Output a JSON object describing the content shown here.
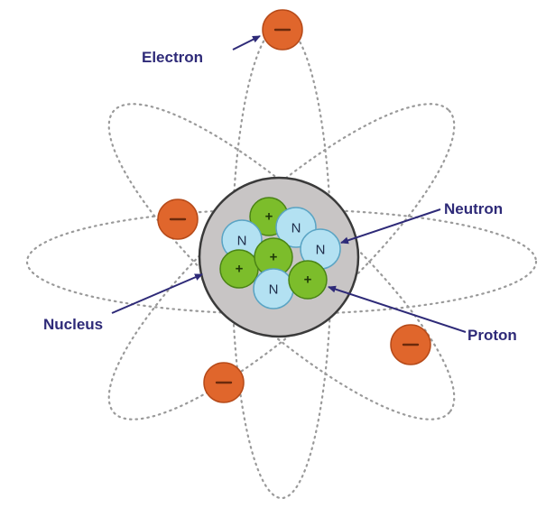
{
  "labels": {
    "electron": "Electron",
    "neutron": "Neutron",
    "nucleus": "Nucleus",
    "proton": "Proton"
  },
  "particles": {
    "neutron_symbol": "N",
    "proton_symbol": "+"
  },
  "colors": {
    "electron": "#e0662c",
    "neutron": "#b3e1f2",
    "proton": "#7cbd2b",
    "nucleus": "#c8c5c5",
    "label": "#2e2a78",
    "orbit": "#9a9a9a"
  },
  "icons": {
    "electron": "minus-sign-icon"
  }
}
